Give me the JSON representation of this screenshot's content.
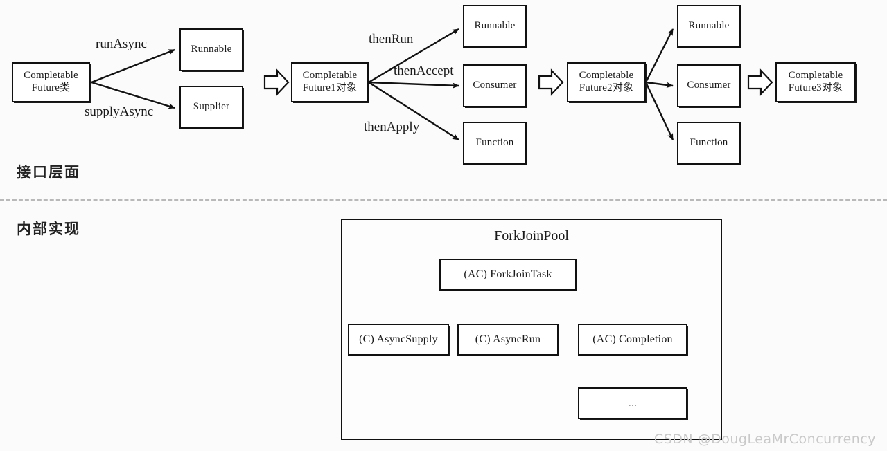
{
  "meta": {
    "watermark": "CSDN @DougLeaMrConcurrency"
  },
  "sections": {
    "interface_caption": "接口层面",
    "internal_caption": "内部实现"
  },
  "interface_layer": {
    "stage1": {
      "source": "Completable\nFuture类",
      "targets": [
        {
          "label": "Runnable",
          "edge": "runAsync"
        },
        {
          "label": "Supplier",
          "edge": "supplyAsync"
        }
      ]
    },
    "stage2": {
      "source": "Completable\nFuture1对象",
      "targets": [
        {
          "label": "Runnable",
          "edge": "thenRun"
        },
        {
          "label": "Consumer",
          "edge": "thenAccept"
        },
        {
          "label": "Function",
          "edge": "thenApply"
        }
      ]
    },
    "stage3": {
      "source": "Completable\nFuture2对象",
      "targets": [
        {
          "label": "Runnable",
          "edge": ""
        },
        {
          "label": "Consumer",
          "edge": ""
        },
        {
          "label": "Function",
          "edge": ""
        }
      ]
    },
    "stage4": {
      "source": "Completable\nFuture3对象"
    }
  },
  "internal_layer": {
    "pool_title": "ForkJoinPool",
    "root": "(AC) ForkJoinTask",
    "children": [
      "(C) AsyncSupply",
      "(C) AsyncRun",
      "(AC) Completion"
    ],
    "leaf": "..."
  },
  "colors": {
    "stroke": "#111111",
    "background": "#fbfbfb",
    "divider": "#b9b9b9",
    "watermark": "#c9c9c9"
  },
  "icons": {
    "block_arrow": "block-arrow-right-icon",
    "line_arrow": "arrow-right-icon",
    "inherit_arrow": "inheritance-arrow-up-icon"
  }
}
